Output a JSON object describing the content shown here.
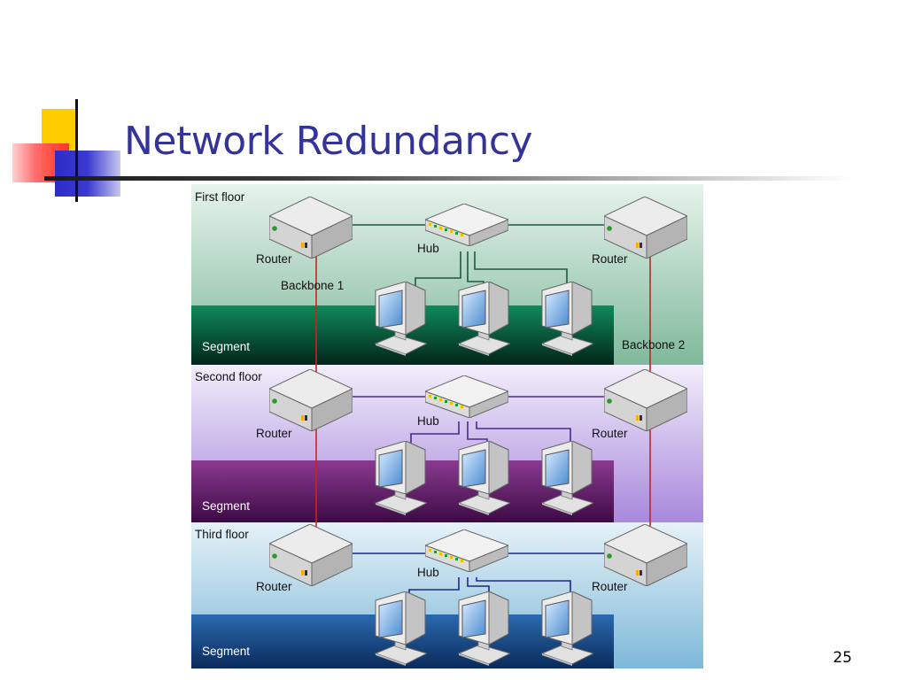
{
  "slide": {
    "title": "Network Redundancy",
    "page_number": "25"
  },
  "diagram": {
    "floors": [
      {
        "name": "First floor",
        "hub_label": "Hub",
        "segment_label": "Segment",
        "left_router_label": "Router",
        "right_router_label": "Router",
        "link_color": "#1f5a3d"
      },
      {
        "name": "Second floor",
        "hub_label": "Hub",
        "segment_label": "Segment",
        "left_router_label": "Router",
        "right_router_label": "Router",
        "link_color": "#4a2a8a"
      },
      {
        "name": "Third floor",
        "hub_label": "Hub",
        "segment_label": "Segment",
        "left_router_label": "Router",
        "right_router_label": "Router",
        "link_color": "#1a2a8a"
      }
    ],
    "backbones": {
      "left": "Backbone 1",
      "right": "Backbone 2"
    },
    "backbone_color": "#cc2222"
  },
  "colors": {
    "title": "#333399",
    "deco_yellow": "#ffcc00",
    "deco_red": "#ff3333",
    "deco_blue": "#3333cc"
  }
}
